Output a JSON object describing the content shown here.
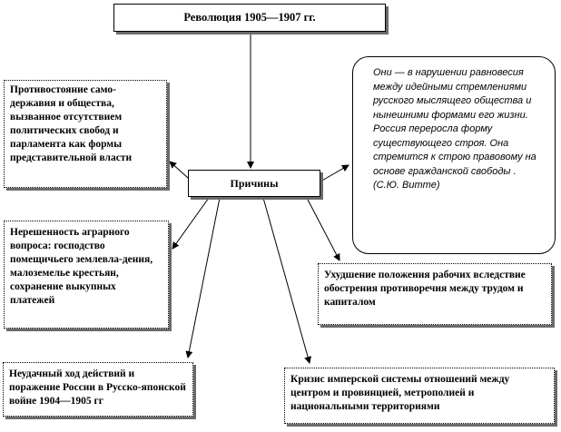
{
  "title": "Революция 1905—1907 гг.",
  "center": "Причины",
  "causes": {
    "left_top": "Противостояние само-державия и общества, вызванное отсутствием политических свобод и парламента как формы представительной власти",
    "left_mid": "Нерешенность аграрного вопроса: господство помещичьего землевла-дения, малоземелье крестьян, сохранение выкупных платежей",
    "bottom_left": "Неудачный ход действий и поражение России в Русско-японской войне 1904—1905 гг",
    "right_mid": "Ухудшение положения рабочих вследствие обострения противоречия между трудом и капиталом",
    "bottom_right": "Кризис имперской системы отношений между центром и провинцией, метрополией и национальными территориями"
  },
  "quote": {
    "text": "Они — в нарушении равновесия между идейными стремлениями русского мыслящего общества и нынешними формами его жизни. Россия переросла форму существующего строя. Она стремится к строю правовому на основе гражданской свободы .",
    "author": "(С.Ю. Витте)"
  }
}
